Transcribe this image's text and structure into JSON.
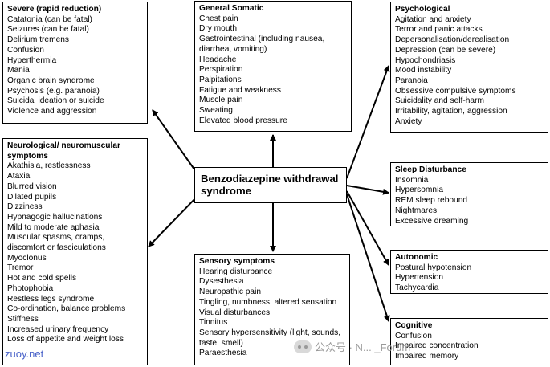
{
  "center": {
    "title": "Benzodiazepine withdrawal syndrome"
  },
  "boxes": {
    "severe": {
      "title": "Severe (rapid reduction)",
      "items": [
        "Catatonia (can be fatal)",
        "Seizures (can be fatal)",
        "Delirium tremens",
        "Confusion",
        "Hyperthermia",
        "Mania",
        "Organic brain syndrome",
        "Psychosis (e.g. paranoia)",
        "Suicidal ideation or suicide",
        "Violence and aggression"
      ]
    },
    "general": {
      "title": "General Somatic",
      "items": [
        "Chest pain",
        "Dry mouth",
        "Gastrointestinal (including nausea,",
        "diarrhea, vomiting)",
        "Headache",
        "Perspiration",
        "Palpitations",
        "Fatigue and weakness",
        "Muscle pain",
        "Sweating",
        "Elevated blood pressure"
      ]
    },
    "psychological": {
      "title": "Psychological",
      "items": [
        "Agitation and anxiety",
        "Terror and panic attacks",
        "Depersonalisation/derealisation",
        "Depression (can be severe)",
        "Hypochondriasis",
        "Mood instability",
        "Paranoia",
        "Obsessive compulsive symptoms",
        "Suicidality and self-harm",
        "Irritability, agitation, aggression",
        "Anxiety"
      ]
    },
    "neuro": {
      "title": "Neurological/ neuromuscular symptoms",
      "items": [
        "Akathisia, restlessness",
        "Ataxia",
        "Blurred vision",
        "Dilated pupils",
        "Dizziness",
        "Hypnagogic hallucinations",
        "Mild to moderate aphasia",
        "Muscular spasms, cramps, discomfort or fasciculations",
        "Myoclonus",
        "Tremor",
        "Hot and cold spells",
        "Photophobia",
        "Restless legs syndrome",
        "Co-ordination, balance problems",
        "Stiffness",
        "Increased urinary frequency",
        "Loss of appetite and weight loss"
      ]
    },
    "sleep": {
      "title": "Sleep Disturbance",
      "items": [
        "Insomnia",
        "Hypersomnia",
        "REM sleep rebound",
        "Nightmares",
        "Excessive dreaming"
      ]
    },
    "autonomic": {
      "title": "Autonomic",
      "items": [
        "Postural hypotension",
        "Hypertension",
        "Tachycardia"
      ]
    },
    "sensory": {
      "title": "Sensory symptoms",
      "items": [
        "Hearing disturbance",
        "Dysesthesia",
        "Neuropathic pain",
        "Tingling, numbness, altered sensation",
        "Visual disturbances",
        "Tinnitus",
        "Sensory hypersensitivity (light, sounds, taste, smell)",
        "Paraesthesia"
      ]
    },
    "cognitive": {
      "title": "Cognitive",
      "items": [
        "Confusion",
        "Impaired concentration",
        "Impaired memory"
      ]
    }
  },
  "watermarks": {
    "left": "zuoy.net",
    "right": "公众号 · N... _Forum"
  }
}
